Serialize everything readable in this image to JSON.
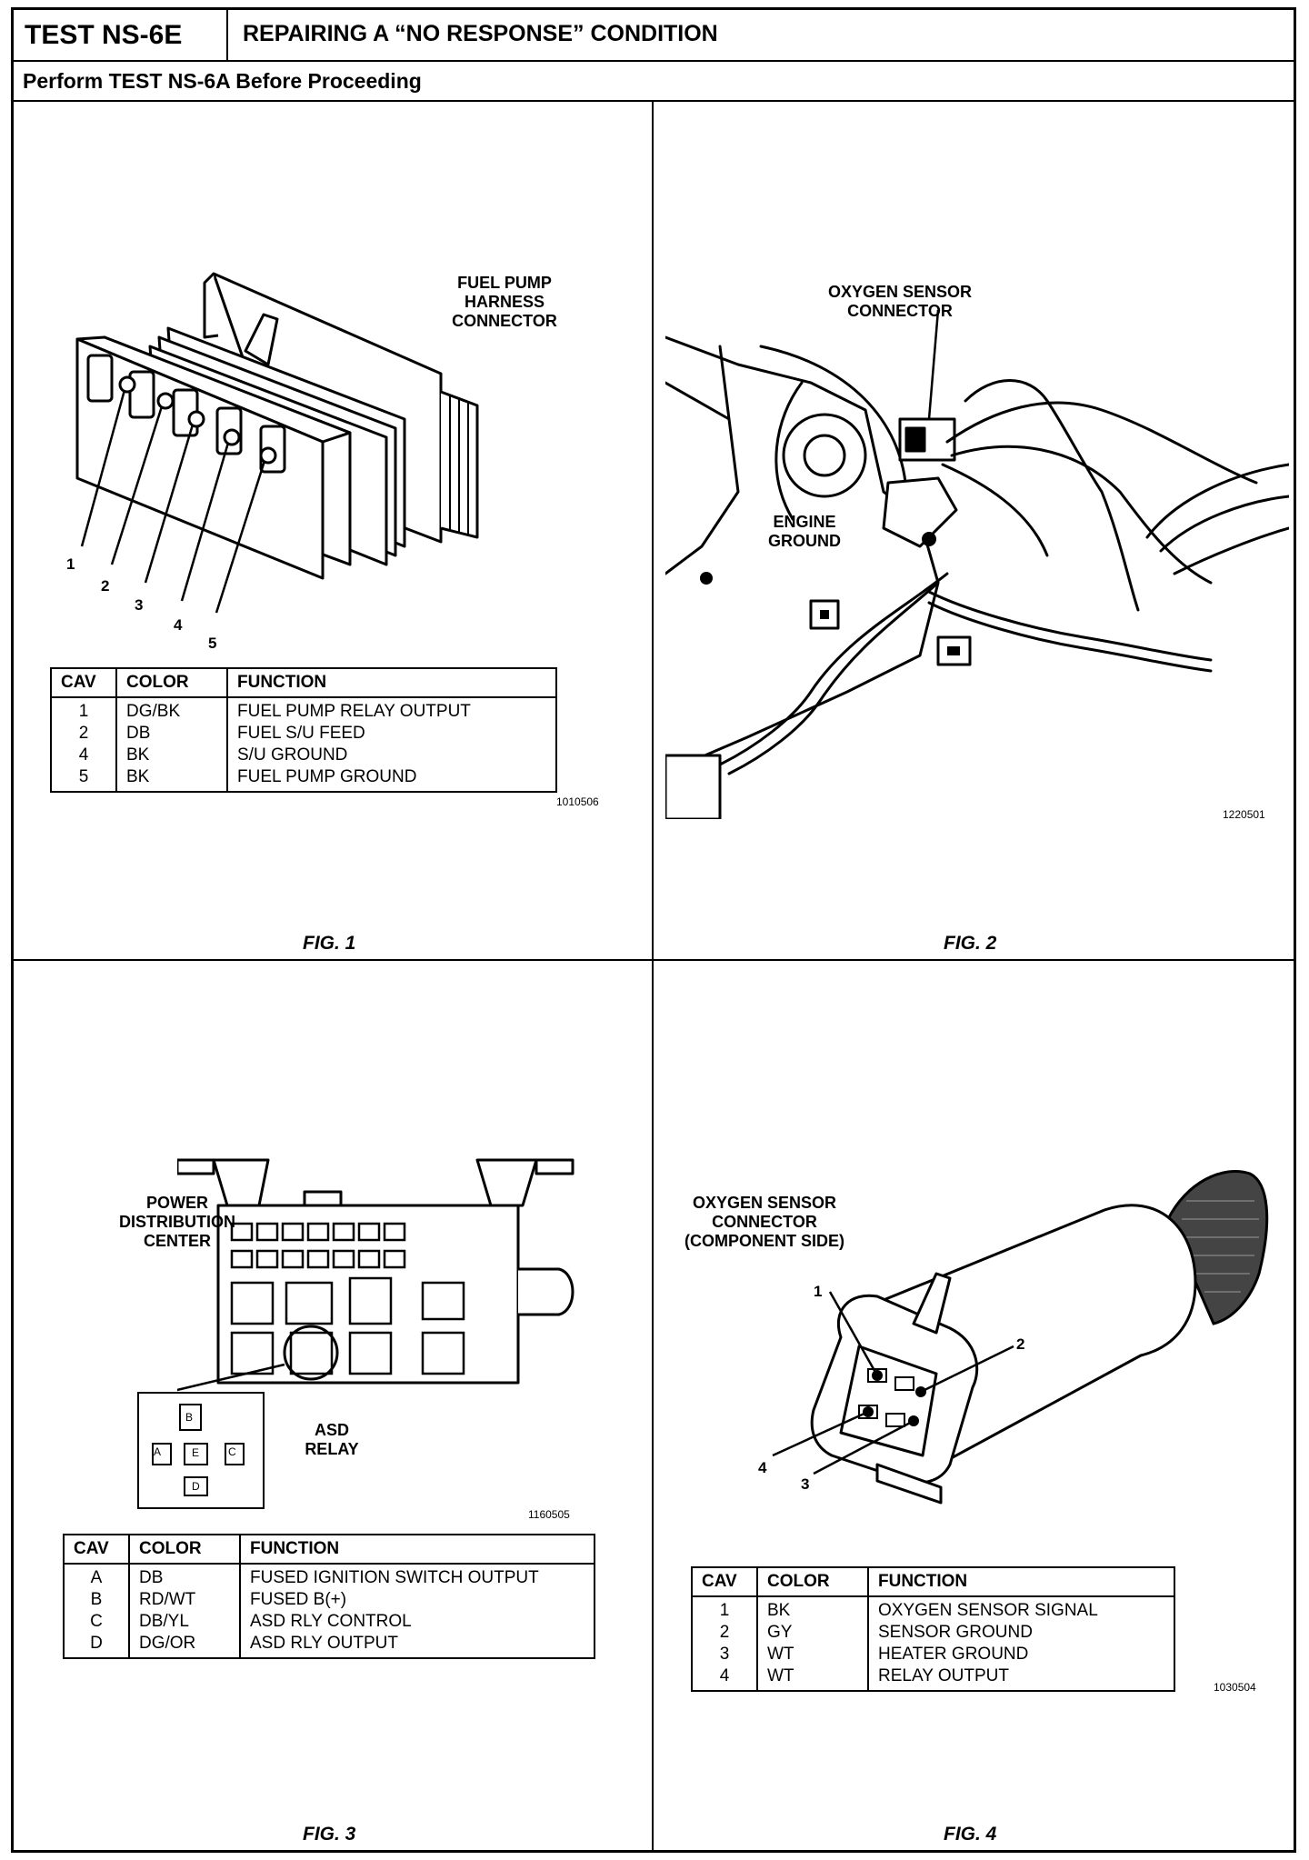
{
  "header": {
    "test_id": "TEST NS-6E",
    "title": "REPAIRING A “NO RESPONSE” CONDITION",
    "subtitle": "Perform TEST NS-6A Before Proceeding"
  },
  "fig1": {
    "label": "FUEL PUMP\nHARNESS\nCONNECTOR",
    "pins": [
      "1",
      "2",
      "3",
      "4",
      "5"
    ],
    "table": {
      "headers": [
        "CAV",
        "COLOR",
        "FUNCTION"
      ],
      "rows": [
        {
          "cav": "1",
          "color": "DG/BK",
          "function": "FUEL PUMP RELAY OUTPUT"
        },
        {
          "cav": "2",
          "color": "DB",
          "function": "FUEL S/U FEED"
        },
        {
          "cav": "4",
          "color": "BK",
          "function": "S/U GROUND"
        },
        {
          "cav": "5",
          "color": "BK",
          "function": "FUEL PUMP GROUND"
        }
      ]
    },
    "code": "1010506",
    "caption": "FIG. 1"
  },
  "fig2": {
    "label_sensor": "OXYGEN SENSOR\nCONNECTOR",
    "label_ground": "ENGINE\nGROUND",
    "code": "1220501",
    "caption": "FIG. 2"
  },
  "fig3": {
    "label_pdc": "POWER\nDISTRIBUTION\nCENTER",
    "label_relay": "ASD\nRELAY",
    "relay_pins": [
      "A",
      "B",
      "C",
      "D",
      "E"
    ],
    "table": {
      "headers": [
        "CAV",
        "COLOR",
        "FUNCTION"
      ],
      "rows": [
        {
          "cav": "A",
          "color": "DB",
          "function": "FUSED IGNITION SWITCH OUTPUT"
        },
        {
          "cav": "B",
          "color": "RD/WT",
          "function": "FUSED B(+)"
        },
        {
          "cav": "C",
          "color": "DB/YL",
          "function": "ASD RLY CONTROL"
        },
        {
          "cav": "D",
          "color": "DG/OR",
          "function": "ASD RLY OUTPUT"
        }
      ]
    },
    "code": "1160505",
    "caption": "FIG. 3"
  },
  "fig4": {
    "label": "OXYGEN SENSOR\nCONNECTOR\n(COMPONENT SIDE)",
    "pins": [
      "1",
      "2",
      "3",
      "4"
    ],
    "table": {
      "headers": [
        "CAV",
        "COLOR",
        "FUNCTION"
      ],
      "rows": [
        {
          "cav": "1",
          "color": "BK",
          "function": "OXYGEN SENSOR SIGNAL"
        },
        {
          "cav": "2",
          "color": "GY",
          "function": "SENSOR GROUND"
        },
        {
          "cav": "3",
          "color": "WT",
          "function": "HEATER GROUND"
        },
        {
          "cav": "4",
          "color": "WT",
          "function": "RELAY OUTPUT"
        }
      ]
    },
    "code": "1030504",
    "caption": "FIG. 4"
  }
}
